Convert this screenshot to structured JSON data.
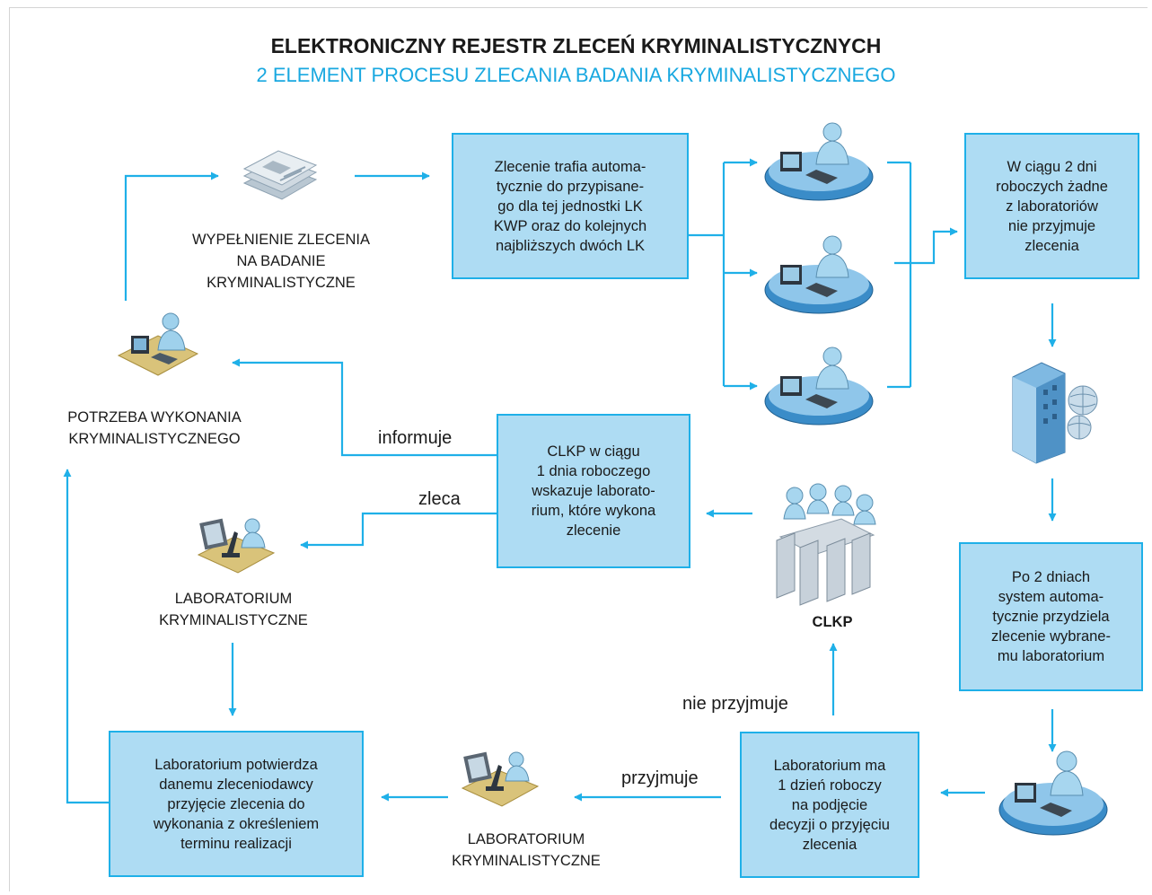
{
  "title": "ELEKTRONICZNY REJESTR ZLECEŃ KRYMINALISTYCZNYCH",
  "subtitle": "2 ELEMENT PROCESU ZLECANIA BADANIA KRYMINALISTYCZNEGO",
  "colors": {
    "accent": "#1fb0e8",
    "box_fill": "#aedcf3",
    "title_text": "#1a1a1a",
    "subtitle_text": "#19a8e0"
  },
  "nodes": {
    "fill_order": {
      "label_lines": [
        "WYPEŁNIENIE ZLECENIA",
        "NA BADANIE",
        "KRYMINALISTYCZNE"
      ],
      "icon": "document-stack-icon"
    },
    "need": {
      "label_lines": [
        "POTRZEBA WYKONANIA",
        "KRYMINALISTYCZNEGO"
      ],
      "icon": "operator-workstation-icon"
    },
    "order_routed": {
      "text_lines": [
        "Zlecenie trafia automa-",
        "tycznie do przypisane-",
        "go dla tej jednostki LK",
        "KWP oraz do kolejnych",
        "najbliższych dwóch LK"
      ]
    },
    "labs_workstations": {
      "icon": "lab-workstation-icon",
      "count": 3
    },
    "no_accept": {
      "text_lines": [
        "W ciągu 2 dni",
        "roboczych żadne",
        "z laboratoriów",
        "nie przyjmuje",
        "zlecenia"
      ]
    },
    "system": {
      "icon": "server-system-icon"
    },
    "auto_assign": {
      "text_lines": [
        "Po 2 dniach",
        "system automa-",
        "tycznie przydziela",
        "zlecenie wybrane-",
        "mu laboratorium"
      ]
    },
    "assigned_lab": {
      "icon": "lab-workstation-icon"
    },
    "lab_decision": {
      "text_lines": [
        "Laboratorium ma",
        "1 dzień roboczy",
        "na podjęcie",
        "decyzji o przyjęciu",
        "zlecenia"
      ]
    },
    "clkp": {
      "label": "CLKP",
      "icon": "meeting-group-icon"
    },
    "clkp_decides": {
      "text_lines": [
        "CLKP w ciągu",
        "1 dnia roboczego",
        "wskazuje laborato-",
        "rium, które wykona",
        "zlecenie"
      ]
    },
    "lab_top": {
      "label_lines": [
        "LABORATORIUM",
        "KRYMINALISTYCZNE"
      ],
      "icon": "microscope-lab-icon"
    },
    "lab_bottom": {
      "label_lines": [
        "LABORATORIUM",
        "KRYMINALISTYCZNE"
      ],
      "icon": "microscope-lab-icon"
    },
    "confirm": {
      "text_lines": [
        "Laboratorium potwierdza",
        "danemu zleceniodawcy",
        "przyjęcie zlecenia do",
        "wykonania z określeniem",
        "terminu realizacji"
      ]
    }
  },
  "edge_labels": {
    "informs": "informuje",
    "orders": "zleca",
    "not_accept": "nie przyjmuje",
    "accepts": "przyjmuje"
  }
}
